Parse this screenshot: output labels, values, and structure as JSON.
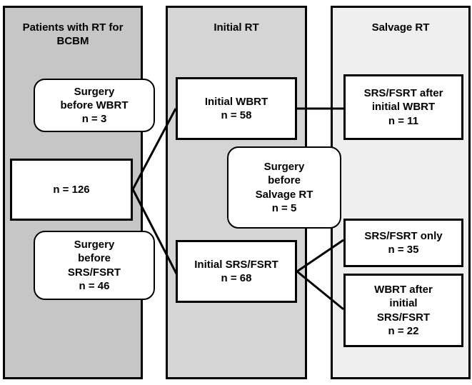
{
  "figure": {
    "type": "flow-diagram",
    "title": "Patient radiotherapy treatment flow for BCBM"
  },
  "colors": {
    "column_1_fill": "#c6c6c6",
    "column_2_fill": "#d5d5d5",
    "column_3_fill": "#efefef",
    "node_fill": "#ffffff",
    "stroke": "#000000"
  },
  "columns": [
    {
      "id": "patients",
      "title": "Patients with RT\nfor BCBM"
    },
    {
      "id": "initial-rt",
      "title": "Initial RT"
    },
    {
      "id": "salvage-rt",
      "title": "Salvage RT"
    }
  ],
  "nodes": [
    {
      "id": "surgery-before-wbrt",
      "shape": "rounded",
      "text": "Surgery\nbefore WBRT\nn = 3",
      "count": 3
    },
    {
      "id": "total-cohort",
      "shape": "rect",
      "text": "n = 126",
      "count": 126
    },
    {
      "id": "surgery-before-srs-fsrt",
      "shape": "rounded",
      "text": "Surgery\nbefore\nSRS/FSRT\nn = 46",
      "count": 46
    },
    {
      "id": "initial-wbrt",
      "shape": "rect",
      "text": "Initial WBRT\nn = 58",
      "count": 58
    },
    {
      "id": "surgery-before-salvage-rt",
      "shape": "rounded",
      "text": "Surgery\nbefore\nSalvage RT\nn = 5",
      "count": 5
    },
    {
      "id": "initial-srs-fsrt",
      "shape": "rect",
      "text": "Initial SRS/FSRT\nn = 68",
      "count": 68
    },
    {
      "id": "srs-fsrt-after-initial-wbrt",
      "shape": "rect",
      "text": "SRS/FSRT after\ninitial WBRT\nn = 11",
      "count": 11
    },
    {
      "id": "srs-fsrt-only",
      "shape": "rect",
      "text": "SRS/FSRT only\nn = 35",
      "count": 35
    },
    {
      "id": "wbrt-after-initial-srs-fsrt",
      "shape": "rect",
      "text": "WBRT after\ninitial\nSRS/FSRT\nn = 22",
      "count": 22
    }
  ],
  "edges": [
    {
      "from": "total-cohort",
      "to": "initial-wbrt"
    },
    {
      "from": "total-cohort",
      "to": "initial-srs-fsrt"
    },
    {
      "from": "initial-wbrt",
      "to": "srs-fsrt-after-initial-wbrt"
    },
    {
      "from": "initial-srs-fsrt",
      "to": "srs-fsrt-only"
    },
    {
      "from": "initial-srs-fsrt",
      "to": "wbrt-after-initial-srs-fsrt"
    }
  ]
}
